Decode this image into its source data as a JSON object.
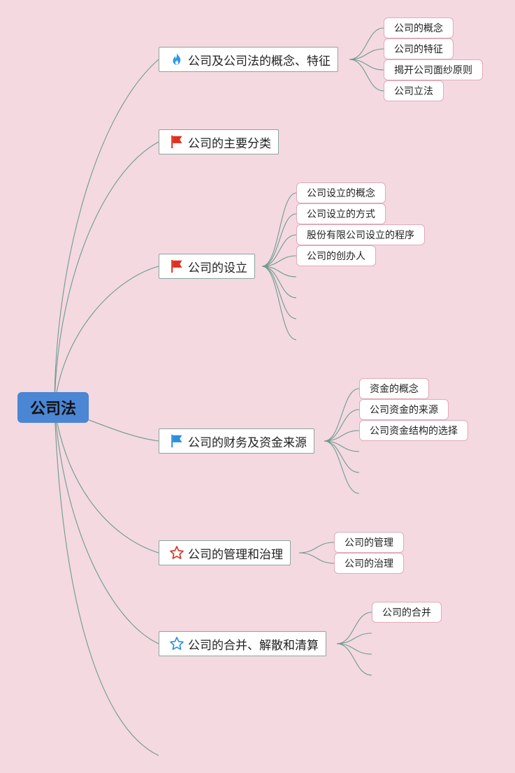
{
  "root": {
    "label": "公司法"
  },
  "colors": {
    "background": "#f4d9e1",
    "root_fill": "#4a86d4",
    "connector": "#6f9a8e",
    "topic_border": "#8aa59e",
    "subtopic_border": "#e2aab7",
    "fire_icon": "#2f9be0",
    "red_flag": "#e0301e",
    "blue_flag": "#2d8ee0",
    "red_star": "#d9301e",
    "blue_star": "#2d8ee0"
  },
  "topics": [
    {
      "label": "公司及公司法的概念、特征",
      "icon": "fire-icon",
      "children": [
        "公司的概念",
        "公司的特征",
        "揭开公司面纱原则",
        "公司立法"
      ]
    },
    {
      "label": "公司的主要分类",
      "icon": "red-flag-icon",
      "children": []
    },
    {
      "label": "公司的设立",
      "icon": "red-flag-icon",
      "children": [
        "公司设立的概念",
        "公司设立的方式",
        "股份有限公司设立的程序",
        "公司的创办人"
      ]
    },
    {
      "label": "公司的财务及资金来源",
      "icon": "blue-flag-icon",
      "children": [
        "资金的概念",
        "公司资金的来源",
        "公司资金结构的选择"
      ]
    },
    {
      "label": "公司的管理和治理",
      "icon": "red-star-icon",
      "children": [
        "公司的管理",
        "公司的治理"
      ]
    },
    {
      "label": "公司的合并、解散和清算",
      "icon": "blue-star-icon",
      "children": [
        "公司的合并"
      ]
    }
  ]
}
